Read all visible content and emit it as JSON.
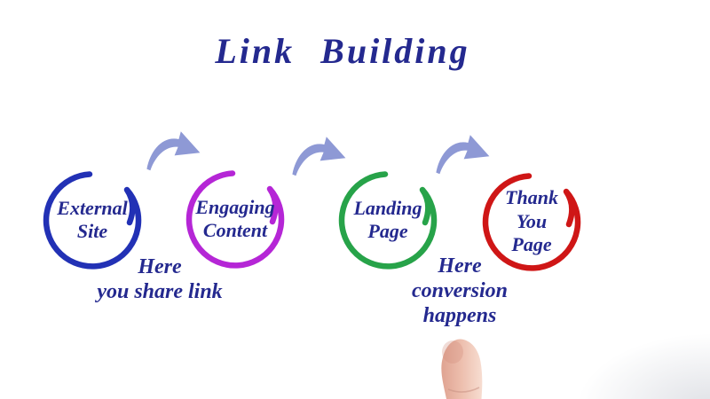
{
  "title": "Link Building",
  "colors": {
    "background": "#ffffff",
    "title_text": "#24298f",
    "node_text": "#24298f",
    "annotation_text": "#24298f",
    "arrow": "#8e99d5"
  },
  "flow": {
    "nodes": [
      {
        "name": "external-site",
        "line1": "External",
        "line2": "Site",
        "color": "#2231b5"
      },
      {
        "name": "engaging-content",
        "line1": "Engaging",
        "line2": "Content",
        "color": "#b526d6"
      },
      {
        "name": "landing-page",
        "line1": "Landing",
        "line2": "Page",
        "color": "#27a349"
      },
      {
        "name": "thank-you-page",
        "line1": "Thank",
        "line2": "You",
        "line3": "Page",
        "color": "#cf1616"
      }
    ],
    "annotations": {
      "share": {
        "line1": "Here",
        "line2": "you share link"
      },
      "conversion": {
        "line1": "Here",
        "line2": "conversion",
        "line3": "happens"
      }
    }
  },
  "icons": {
    "arrow": "curved-arrow-icon",
    "pointer": "pointing-finger"
  }
}
